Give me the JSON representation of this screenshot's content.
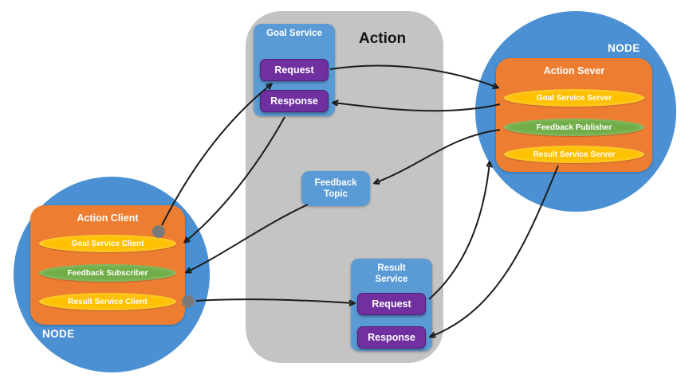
{
  "action_group": {
    "title": "Action"
  },
  "goal_service": {
    "title": "Goal Service",
    "request_label": "Request",
    "response_label": "Response"
  },
  "feedback_topic": {
    "title": "Feedback Topic"
  },
  "result_service": {
    "title": "Result Service",
    "request_label": "Request",
    "response_label": "Response"
  },
  "server_node": {
    "node_label": "NODE",
    "title": "Action Sever",
    "items": [
      {
        "label": "Goal Service Server",
        "color": "#ffc000"
      },
      {
        "label": "Feedback Publisher",
        "color": "#70ad47"
      },
      {
        "label": "Result Service Server",
        "color": "#ffc000"
      }
    ]
  },
  "client_node": {
    "node_label": "NODE",
    "title": "Action Client",
    "items": [
      {
        "label": "Goal Service Client",
        "color": "#ffc000"
      },
      {
        "label": "Feedback Subscriber",
        "color": "#70ad47"
      },
      {
        "label": "Result Service Client",
        "color": "#ffc000"
      }
    ]
  },
  "colors": {
    "node_blue": "#4a90d3",
    "box_orange": "#ed7d31",
    "service_blue": "#5b9bd5",
    "button_purple": "#7030a0",
    "group_gray": "#c4c4c4",
    "pill_yellow": "#ffc000",
    "pill_green": "#70ad47",
    "connector_dot_gray": "#7a7a7a",
    "arrow_black": "#1c1c1c"
  }
}
